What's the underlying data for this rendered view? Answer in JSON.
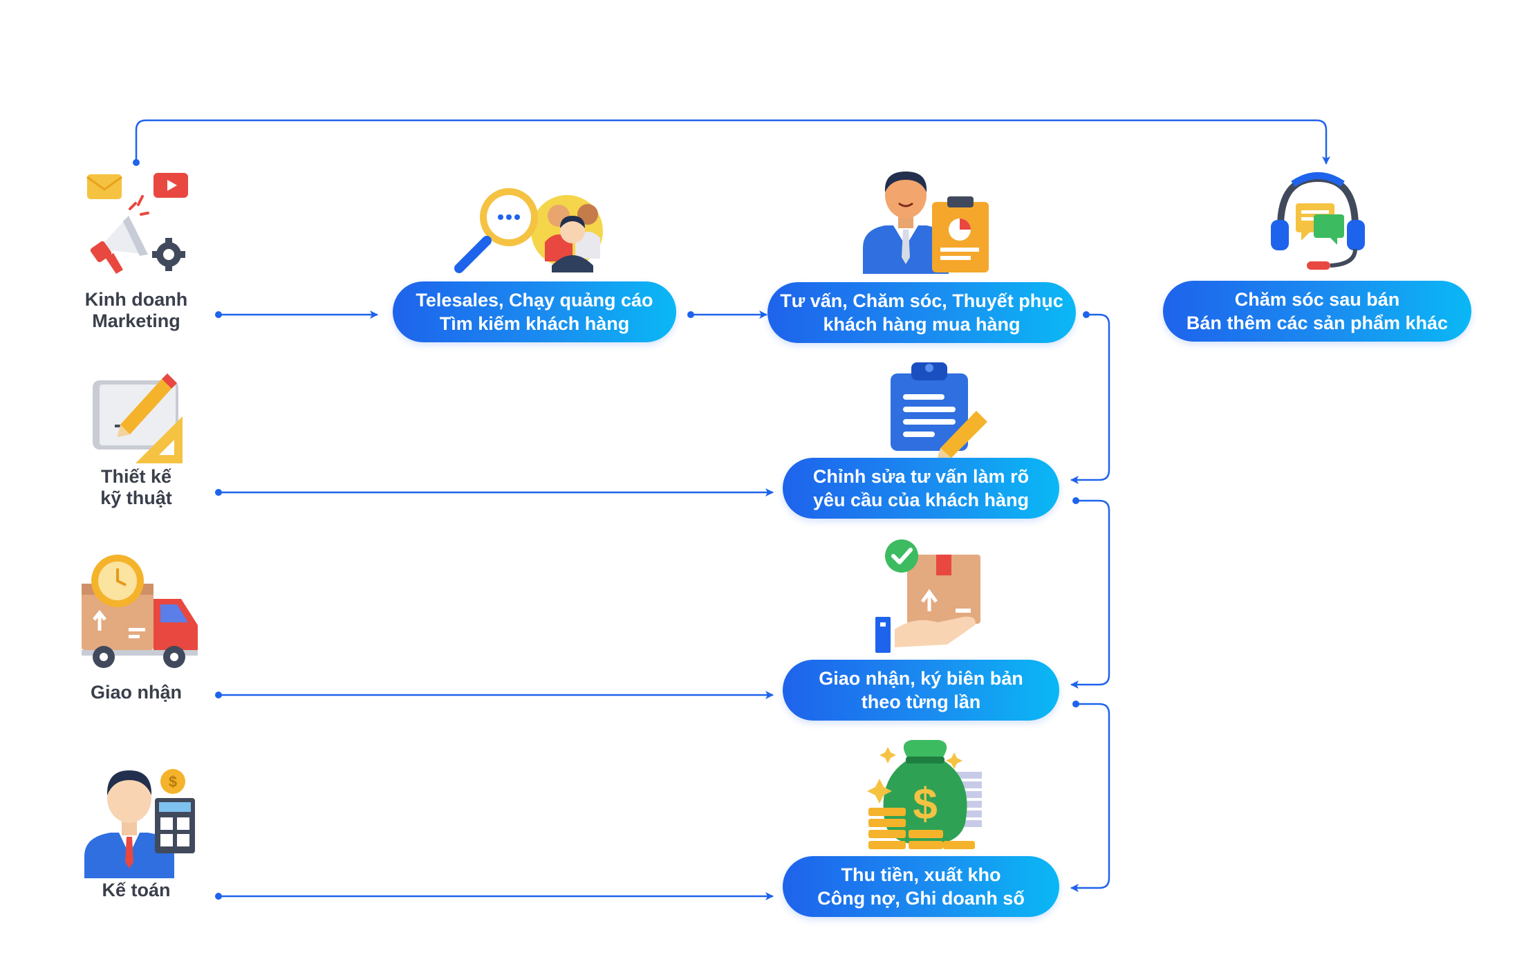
{
  "departments": [
    {
      "id": "marketing",
      "lines": [
        "Kinh doanh",
        "Marketing"
      ],
      "icon": "megaphone-marketing-icon"
    },
    {
      "id": "technical",
      "lines": [
        "Thiết kế",
        "kỹ thuật"
      ],
      "icon": "blueprint-design-icon"
    },
    {
      "id": "delivery",
      "lines": [
        "Giao nhận"
      ],
      "icon": "delivery-truck-icon"
    },
    {
      "id": "accounting",
      "lines": [
        "Kế toán"
      ],
      "icon": "accountant-icon"
    }
  ],
  "steps": [
    {
      "id": "telesales",
      "lines": [
        "Telesales, Chạy quảng cáo",
        "Tìm kiếm khách hàng"
      ],
      "icon": "search-customers-icon"
    },
    {
      "id": "consulting",
      "lines": [
        "Tư vấn, Chăm sóc, Thuyết phục",
        "khách hàng mua hàng"
      ],
      "icon": "consultant-icon"
    },
    {
      "id": "aftersale",
      "lines": [
        "Chăm sóc sau bán",
        "Bán thêm các sản phẩm khác"
      ],
      "icon": "headset-support-icon"
    },
    {
      "id": "revise",
      "lines": [
        "Chỉnh sửa tư vấn làm rõ",
        "yêu cầu của khách hàng"
      ],
      "icon": "clipboard-edit-icon"
    },
    {
      "id": "handover",
      "lines": [
        "Giao nhận, ký biên bản",
        "theo từng lần"
      ],
      "icon": "package-handover-icon"
    },
    {
      "id": "payment",
      "lines": [
        "Thu tiền, xuất kho",
        "Công nợ, Ghi doanh số"
      ],
      "icon": "money-bag-icon"
    }
  ],
  "colors": {
    "connector": "#1e63ec",
    "connector_light": "#3aa7f5",
    "step_gradient_start": "#1e63ec",
    "step_gradient_end": "#0ab8f5",
    "label_text": "#3a3f4b"
  }
}
